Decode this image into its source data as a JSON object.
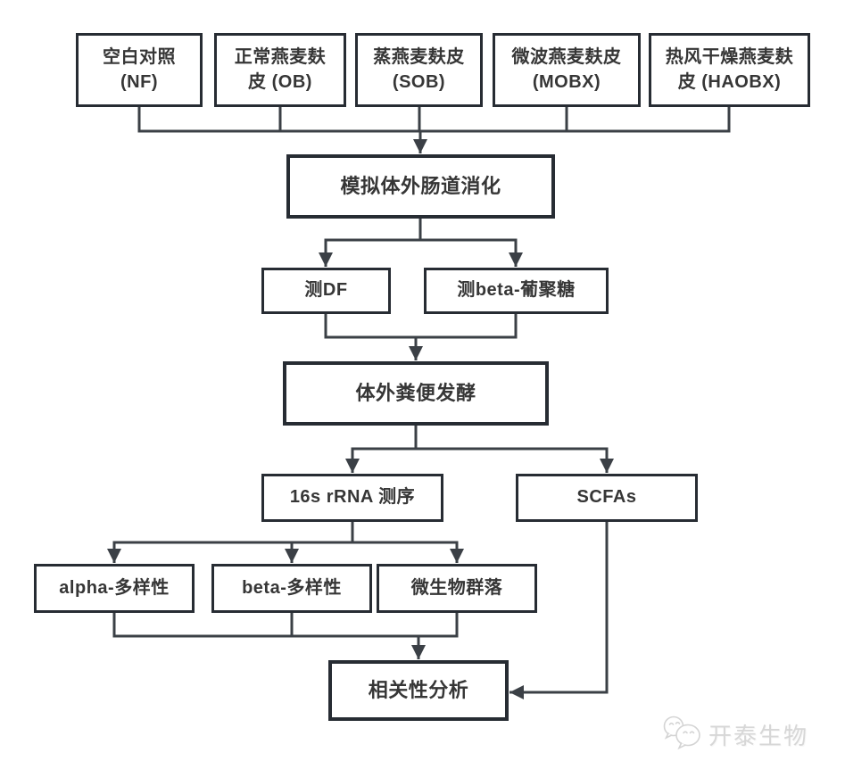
{
  "palette": {
    "box_border": "#272c33",
    "line": "#3b4046",
    "text": "#363636",
    "watermark": "#d4d4d4"
  },
  "nodes": {
    "nf": {
      "label": "空白对照\n(NF)"
    },
    "ob": {
      "label": "正常燕麦麸\n皮 (OB)"
    },
    "sob": {
      "label": "蒸燕麦麸皮\n(SOB)"
    },
    "mobx": {
      "label": "微波燕麦麸皮\n(MOBX)"
    },
    "haobx": {
      "label": "热风干燥燕麦麸\n皮 (HAOBX)"
    },
    "digestion": {
      "label": "模拟体外肠道消化"
    },
    "df": {
      "label": "测DF"
    },
    "beta_glucan": {
      "label": "测beta-葡聚糖"
    },
    "fermentation": {
      "label": "体外粪便发酵"
    },
    "rrna": {
      "label": "16s rRNA 测序"
    },
    "scfas": {
      "label": "SCFAs"
    },
    "alpha_div": {
      "label": "alpha-多样性"
    },
    "beta_div": {
      "label": "beta-多样性"
    },
    "microbiota": {
      "label": "微生物群落"
    },
    "correlation": {
      "label": "相关性分析"
    }
  },
  "edges": [
    {
      "from": "nf",
      "to": "digestion"
    },
    {
      "from": "ob",
      "to": "digestion"
    },
    {
      "from": "sob",
      "to": "digestion"
    },
    {
      "from": "mobx",
      "to": "digestion"
    },
    {
      "from": "haobx",
      "to": "digestion"
    },
    {
      "from": "digestion",
      "to": "df"
    },
    {
      "from": "digestion",
      "to": "beta_glucan"
    },
    {
      "from": "df",
      "to": "fermentation"
    },
    {
      "from": "beta_glucan",
      "to": "fermentation"
    },
    {
      "from": "fermentation",
      "to": "rrna"
    },
    {
      "from": "fermentation",
      "to": "scfas"
    },
    {
      "from": "rrna",
      "to": "alpha_div"
    },
    {
      "from": "rrna",
      "to": "beta_div"
    },
    {
      "from": "rrna",
      "to": "microbiota"
    },
    {
      "from": "alpha_div",
      "to": "correlation"
    },
    {
      "from": "beta_div",
      "to": "correlation"
    },
    {
      "from": "microbiota",
      "to": "correlation"
    },
    {
      "from": "scfas",
      "to": "correlation"
    }
  ],
  "watermark": {
    "label": "开泰生物",
    "icon": "wechat-bubbles-icon"
  }
}
